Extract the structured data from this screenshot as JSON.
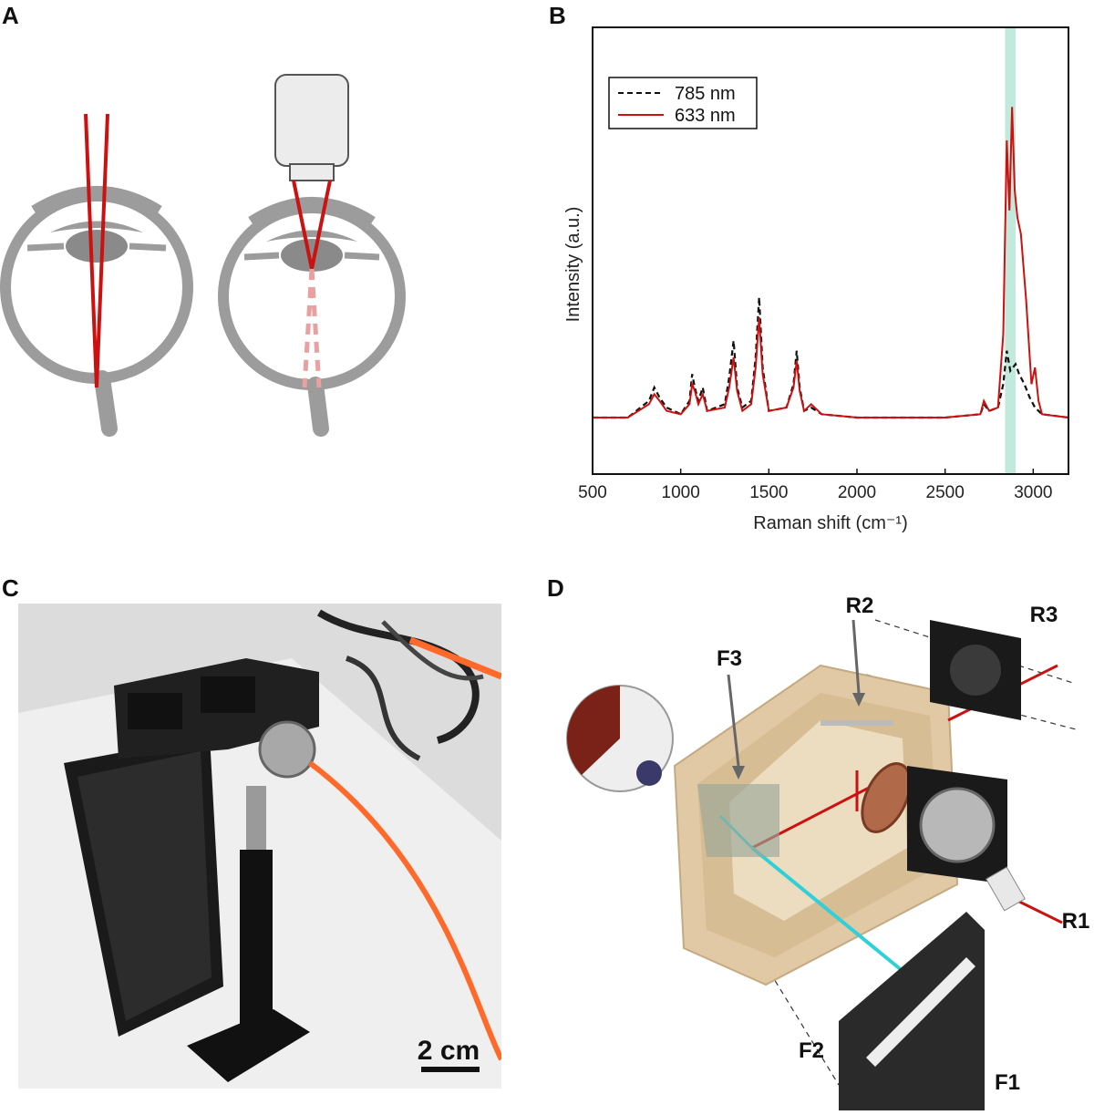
{
  "panels": {
    "a": {
      "letter": "A"
    },
    "b": {
      "letter": "B"
    },
    "c": {
      "letter": "C",
      "scale_bar": "2 cm"
    },
    "d": {
      "letter": "D",
      "labels": {
        "r1": "R1",
        "r2": "R2",
        "r3": "R3",
        "f1": "F1",
        "f2": "F2",
        "f3": "F3"
      }
    }
  },
  "colors": {
    "red": "#cc1111",
    "black": "#111111",
    "green_band": "#8fd9c0",
    "eye_gray": "#9c9c9c",
    "cyan_beam": "#2fd0d8",
    "mount_beige": "#e0c9a4"
  },
  "chart_data": {
    "type": "line",
    "title": "",
    "xlabel": "Raman shift (cm⁻¹)",
    "ylabel": "Intensity (a.u.)",
    "xlim": [
      500,
      3200
    ],
    "xticks": [
      500,
      1000,
      1500,
      2000,
      2500,
      3000
    ],
    "legend_position": "top-left",
    "highlight_band": [
      2840,
      2900
    ],
    "series": [
      {
        "name": "785 nm",
        "style": "dashed",
        "color": "#111111",
        "x": [
          500,
          700,
          820,
          850,
          880,
          920,
          1000,
          1050,
          1065,
          1080,
          1100,
          1125,
          1150,
          1250,
          1275,
          1300,
          1320,
          1350,
          1400,
          1425,
          1445,
          1465,
          1500,
          1600,
          1640,
          1658,
          1675,
          1700,
          1740,
          1800,
          2000,
          2500,
          2700,
          2720,
          2750,
          2800,
          2830,
          2850,
          2870,
          2900,
          2920,
          2950,
          2980,
          3010,
          3050,
          3200
        ],
        "y": [
          0.0,
          0.0,
          0.05,
          0.09,
          0.06,
          0.03,
          0.01,
          0.05,
          0.13,
          0.09,
          0.05,
          0.09,
          0.02,
          0.04,
          0.12,
          0.23,
          0.09,
          0.03,
          0.05,
          0.18,
          0.36,
          0.15,
          0.02,
          0.03,
          0.1,
          0.2,
          0.09,
          0.02,
          0.03,
          0.01,
          0.0,
          0.0,
          0.01,
          0.04,
          0.02,
          0.03,
          0.1,
          0.2,
          0.14,
          0.16,
          0.13,
          0.1,
          0.06,
          0.03,
          0.01,
          0.0
        ]
      },
      {
        "name": "633 nm",
        "style": "solid",
        "color": "#cc1111",
        "x": [
          500,
          700,
          820,
          850,
          880,
          920,
          1000,
          1050,
          1065,
          1080,
          1100,
          1125,
          1150,
          1250,
          1275,
          1300,
          1320,
          1350,
          1400,
          1425,
          1445,
          1465,
          1500,
          1600,
          1640,
          1658,
          1675,
          1700,
          1740,
          1800,
          2000,
          2500,
          2700,
          2720,
          2750,
          2800,
          2830,
          2850,
          2865,
          2880,
          2895,
          2910,
          2930,
          2960,
          2990,
          3010,
          3030,
          3050,
          3200
        ],
        "y": [
          0.0,
          0.0,
          0.04,
          0.07,
          0.05,
          0.02,
          0.01,
          0.04,
          0.1,
          0.08,
          0.04,
          0.07,
          0.02,
          0.03,
          0.09,
          0.18,
          0.08,
          0.02,
          0.04,
          0.15,
          0.3,
          0.13,
          0.02,
          0.03,
          0.09,
          0.17,
          0.08,
          0.02,
          0.04,
          0.01,
          0.0,
          0.0,
          0.01,
          0.05,
          0.02,
          0.03,
          0.25,
          0.83,
          0.62,
          0.93,
          0.68,
          0.6,
          0.55,
          0.35,
          0.1,
          0.15,
          0.05,
          0.01,
          0.0
        ]
      }
    ]
  }
}
